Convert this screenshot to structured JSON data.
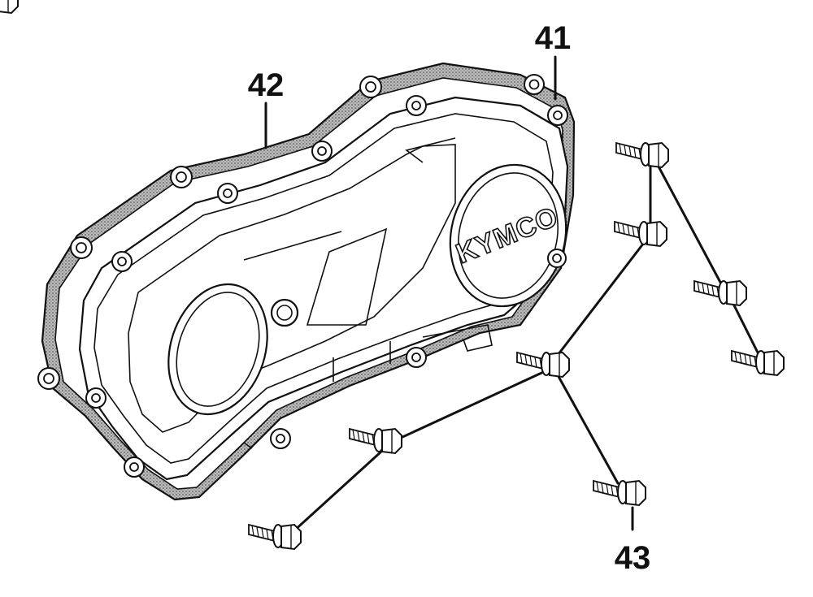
{
  "callouts": {
    "gasket": "42",
    "cover": "41",
    "bolts": "43"
  },
  "logo": "KYMCO"
}
